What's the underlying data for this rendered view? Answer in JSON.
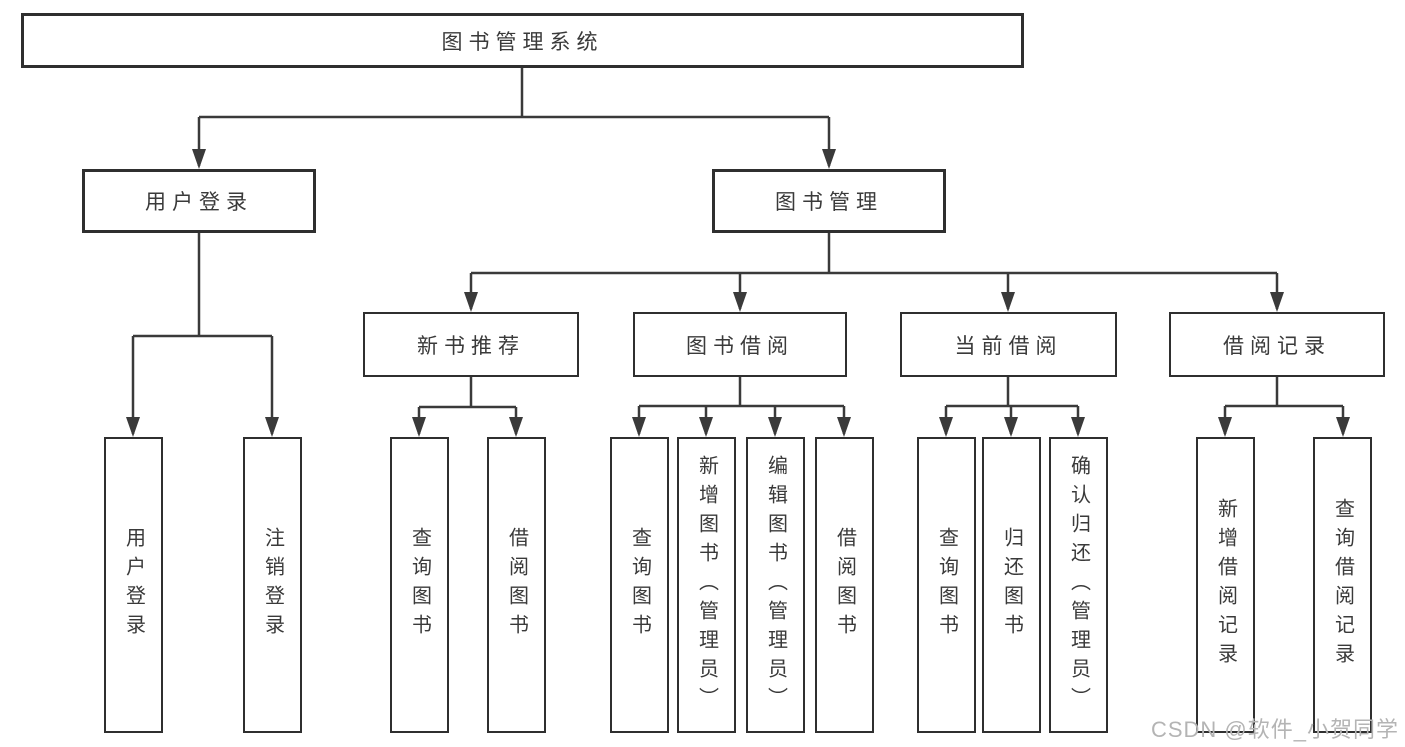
{
  "nodes": {
    "root": "图书管理系统",
    "user_login": "用户登录",
    "book_management": "图书管理",
    "new_book_recommend": "新书推荐",
    "book_borrow": "图书借阅",
    "current_borrow": "当前借阅",
    "borrow_records": "借阅记录",
    "leaf_user_login": "用户登录",
    "leaf_logout": "注销登录",
    "leaf_rec_query_books": "查询图书",
    "leaf_rec_borrow_books": "借阅图书",
    "leaf_bb_query_books": "查询图书",
    "leaf_bb_add_books": "新增图书（管理员）",
    "leaf_bb_edit_books": "编辑图书（管理员）",
    "leaf_bb_borrow_books": "借阅图书",
    "leaf_cb_query_books": "查询图书",
    "leaf_cb_return_books": "归还图书",
    "leaf_cb_confirm_return": "确认归还（管理员）",
    "leaf_br_add_record": "新增借阅记录",
    "leaf_br_query_record": "查询借阅记录"
  },
  "watermark": "CSDN @软件_小贺同学",
  "colors": {
    "line": "#3a3a3a",
    "border": "#2f2f2f",
    "text": "#3a3a3a",
    "watermark": "#b4b4b4",
    "background": "#ffffff"
  }
}
